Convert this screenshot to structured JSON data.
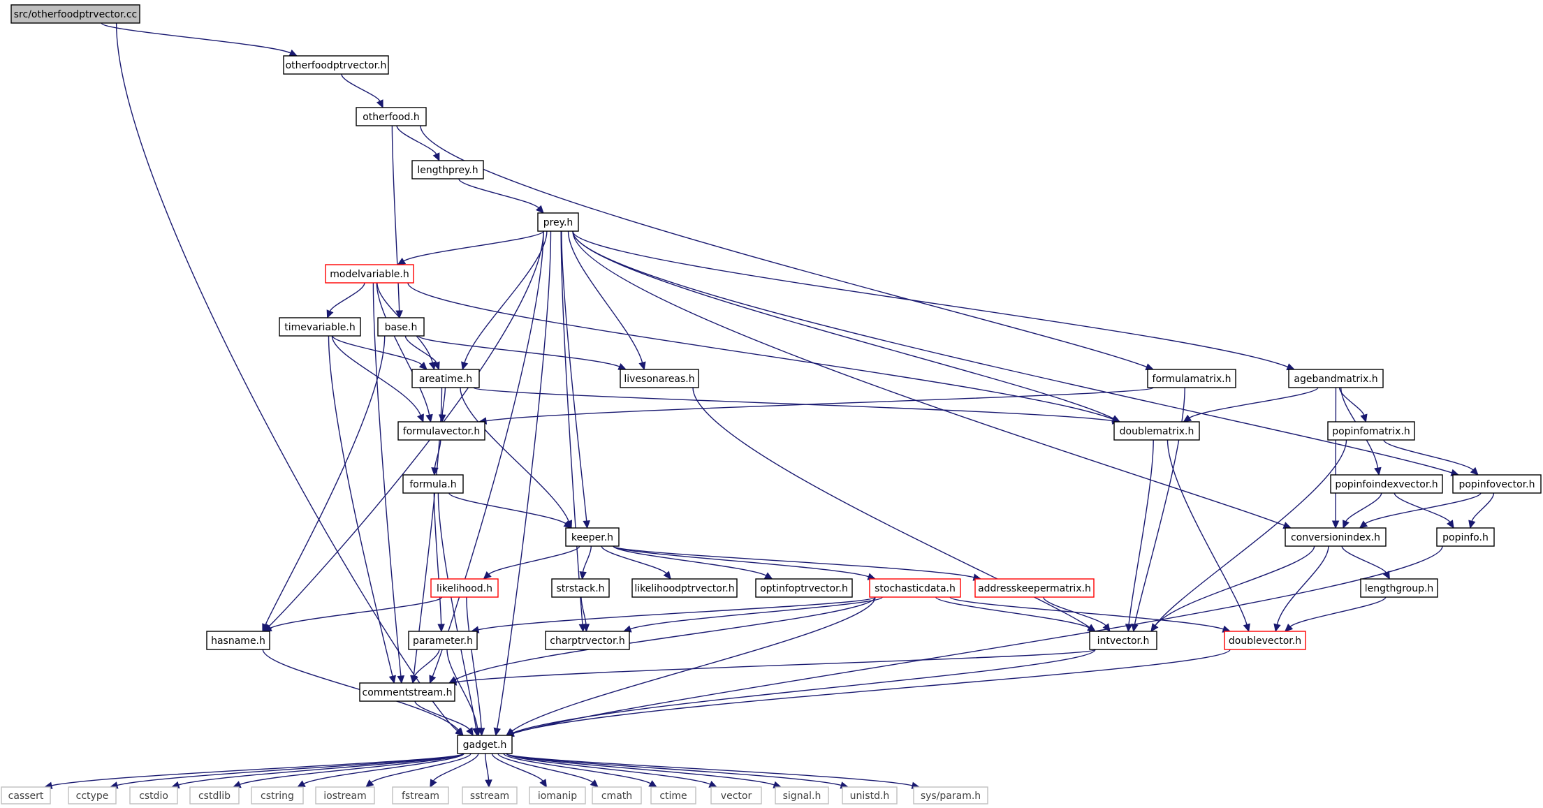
{
  "graph": {
    "nodes": [
      {
        "id": "src_cc",
        "label": "src/otherfoodptrvector.cc",
        "style": "root"
      },
      {
        "id": "otherfoodptrvector_h",
        "label": "otherfoodptrvector.h",
        "style": "normal"
      },
      {
        "id": "otherfood_h",
        "label": "otherfood.h",
        "style": "normal"
      },
      {
        "id": "lengthprey_h",
        "label": "lengthprey.h",
        "style": "normal"
      },
      {
        "id": "prey_h",
        "label": "prey.h",
        "style": "normal"
      },
      {
        "id": "modelvariable_h",
        "label": "modelvariable.h",
        "style": "red"
      },
      {
        "id": "timevariable_h",
        "label": "timevariable.h",
        "style": "normal"
      },
      {
        "id": "base_h",
        "label": "base.h",
        "style": "normal"
      },
      {
        "id": "areatime_h",
        "label": "areatime.h",
        "style": "normal"
      },
      {
        "id": "livesonareas_h",
        "label": "livesonareas.h",
        "style": "normal"
      },
      {
        "id": "formulamatrix_h",
        "label": "formulamatrix.h",
        "style": "normal"
      },
      {
        "id": "agebandmatrix_h",
        "label": "agebandmatrix.h",
        "style": "normal"
      },
      {
        "id": "formulavector_h",
        "label": "formulavector.h",
        "style": "normal"
      },
      {
        "id": "doublematrix_h",
        "label": "doublematrix.h",
        "style": "normal"
      },
      {
        "id": "popinfomatrix_h",
        "label": "popinfomatrix.h",
        "style": "normal"
      },
      {
        "id": "formula_h",
        "label": "formula.h",
        "style": "normal"
      },
      {
        "id": "popinfoindexvector_h",
        "label": "popinfoindexvector.h",
        "style": "normal"
      },
      {
        "id": "popinfovector_h",
        "label": "popinfovector.h",
        "style": "normal"
      },
      {
        "id": "keeper_h",
        "label": "keeper.h",
        "style": "normal"
      },
      {
        "id": "conversionindex_h",
        "label": "conversionindex.h",
        "style": "normal"
      },
      {
        "id": "popinfo_h",
        "label": "popinfo.h",
        "style": "normal"
      },
      {
        "id": "likelihood_h",
        "label": "likelihood.h",
        "style": "red"
      },
      {
        "id": "strstack_h",
        "label": "strstack.h",
        "style": "normal"
      },
      {
        "id": "likelihoodptrvector_h",
        "label": "likelihoodptrvector.h",
        "style": "normal"
      },
      {
        "id": "optinfoptrvector_h",
        "label": "optinfoptrvector.h",
        "style": "normal"
      },
      {
        "id": "stochasticdata_h",
        "label": "stochasticdata.h",
        "style": "red"
      },
      {
        "id": "addresskeepermatrix_h",
        "label": "addresskeepermatrix.h",
        "style": "red"
      },
      {
        "id": "lengthgroup_h",
        "label": "lengthgroup.h",
        "style": "normal"
      },
      {
        "id": "hasname_h",
        "label": "hasname.h",
        "style": "normal"
      },
      {
        "id": "parameter_h",
        "label": "parameter.h",
        "style": "normal"
      },
      {
        "id": "charptrvector_h",
        "label": "charptrvector.h",
        "style": "normal"
      },
      {
        "id": "intvector_h",
        "label": "intvector.h",
        "style": "normal"
      },
      {
        "id": "doublevector_h",
        "label": "doublevector.h",
        "style": "red"
      },
      {
        "id": "commentstream_h",
        "label": "commentstream.h",
        "style": "normal"
      },
      {
        "id": "gadget_h",
        "label": "gadget.h",
        "style": "normal"
      },
      {
        "id": "cassert",
        "label": "cassert",
        "style": "ext"
      },
      {
        "id": "cctype",
        "label": "cctype",
        "style": "ext"
      },
      {
        "id": "cstdio",
        "label": "cstdio",
        "style": "ext"
      },
      {
        "id": "cstdlib",
        "label": "cstdlib",
        "style": "ext"
      },
      {
        "id": "cstring",
        "label": "cstring",
        "style": "ext"
      },
      {
        "id": "iostream",
        "label": "iostream",
        "style": "ext"
      },
      {
        "id": "fstream",
        "label": "fstream",
        "style": "ext"
      },
      {
        "id": "sstream",
        "label": "sstream",
        "style": "ext"
      },
      {
        "id": "iomanip",
        "label": "iomanip",
        "style": "ext"
      },
      {
        "id": "cmath",
        "label": "cmath",
        "style": "ext"
      },
      {
        "id": "ctime",
        "label": "ctime",
        "style": "ext"
      },
      {
        "id": "vector",
        "label": "vector",
        "style": "ext"
      },
      {
        "id": "signal_h",
        "label": "signal.h",
        "style": "ext"
      },
      {
        "id": "unistd_h",
        "label": "unistd.h",
        "style": "ext"
      },
      {
        "id": "sys_param_h",
        "label": "sys/param.h",
        "style": "ext"
      }
    ],
    "edges": [
      [
        "src_cc",
        "otherfoodptrvector_h"
      ],
      [
        "src_cc",
        "gadget_h"
      ],
      [
        "otherfoodptrvector_h",
        "otherfood_h"
      ],
      [
        "otherfood_h",
        "lengthprey_h"
      ],
      [
        "otherfood_h",
        "base_h"
      ],
      [
        "otherfood_h",
        "formulamatrix_h"
      ],
      [
        "lengthprey_h",
        "prey_h"
      ],
      [
        "prey_h",
        "modelvariable_h"
      ],
      [
        "prey_h",
        "areatime_h"
      ],
      [
        "prey_h",
        "livesonareas_h"
      ],
      [
        "prey_h",
        "doublematrix_h"
      ],
      [
        "prey_h",
        "agebandmatrix_h"
      ],
      [
        "prey_h",
        "conversionindex_h"
      ],
      [
        "prey_h",
        "popinfovector_h"
      ],
      [
        "prey_h",
        "keeper_h"
      ],
      [
        "prey_h",
        "charptrvector_h"
      ],
      [
        "prey_h",
        "hasname_h"
      ],
      [
        "prey_h",
        "commentstream_h"
      ],
      [
        "prey_h",
        "gadget_h"
      ],
      [
        "modelvariable_h",
        "timevariable_h"
      ],
      [
        "modelvariable_h",
        "areatime_h"
      ],
      [
        "modelvariable_h",
        "formulavector_h"
      ],
      [
        "modelvariable_h",
        "doublematrix_h"
      ],
      [
        "modelvariable_h",
        "commentstream_h"
      ],
      [
        "timevariable_h",
        "areatime_h"
      ],
      [
        "timevariable_h",
        "formulavector_h"
      ],
      [
        "timevariable_h",
        "commentstream_h"
      ],
      [
        "base_h",
        "areatime_h"
      ],
      [
        "base_h",
        "livesonareas_h"
      ],
      [
        "base_h",
        "hasname_h"
      ],
      [
        "areatime_h",
        "formulavector_h"
      ],
      [
        "areatime_h",
        "doublematrix_h"
      ],
      [
        "areatime_h",
        "keeper_h"
      ],
      [
        "areatime_h",
        "commentstream_h"
      ],
      [
        "livesonareas_h",
        "intvector_h"
      ],
      [
        "formulamatrix_h",
        "formulavector_h"
      ],
      [
        "formulamatrix_h",
        "intvector_h"
      ],
      [
        "agebandmatrix_h",
        "doublematrix_h"
      ],
      [
        "agebandmatrix_h",
        "popinfomatrix_h"
      ],
      [
        "agebandmatrix_h",
        "popinfoindexvector_h"
      ],
      [
        "agebandmatrix_h",
        "conversionindex_h"
      ],
      [
        "formulavector_h",
        "formula_h"
      ],
      [
        "doublematrix_h",
        "intvector_h"
      ],
      [
        "doublematrix_h",
        "doublevector_h"
      ],
      [
        "popinfomatrix_h",
        "popinfovector_h"
      ],
      [
        "popinfomatrix_h",
        "intvector_h"
      ],
      [
        "formula_h",
        "keeper_h"
      ],
      [
        "formula_h",
        "parameter_h"
      ],
      [
        "formula_h",
        "gadget_h"
      ],
      [
        "popinfoindexvector_h",
        "conversionindex_h"
      ],
      [
        "popinfoindexvector_h",
        "popinfo_h"
      ],
      [
        "popinfovector_h",
        "conversionindex_h"
      ],
      [
        "popinfovector_h",
        "popinfo_h"
      ],
      [
        "keeper_h",
        "likelihood_h"
      ],
      [
        "keeper_h",
        "strstack_h"
      ],
      [
        "keeper_h",
        "likelihoodptrvector_h"
      ],
      [
        "keeper_h",
        "optinfoptrvector_h"
      ],
      [
        "keeper_h",
        "stochasticdata_h"
      ],
      [
        "keeper_h",
        "addresskeepermatrix_h"
      ],
      [
        "conversionindex_h",
        "lengthgroup_h"
      ],
      [
        "conversionindex_h",
        "intvector_h"
      ],
      [
        "conversionindex_h",
        "doublevector_h"
      ],
      [
        "popinfo_h",
        "gadget_h"
      ],
      [
        "likelihood_h",
        "hasname_h"
      ],
      [
        "likelihood_h",
        "gadget_h"
      ],
      [
        "strstack_h",
        "charptrvector_h"
      ],
      [
        "stochasticdata_h",
        "parameter_h"
      ],
      [
        "stochasticdata_h",
        "charptrvector_h"
      ],
      [
        "stochasticdata_h",
        "intvector_h"
      ],
      [
        "stochasticdata_h",
        "doublevector_h"
      ],
      [
        "stochasticdata_h",
        "commentstream_h"
      ],
      [
        "stochasticdata_h",
        "gadget_h"
      ],
      [
        "addresskeepermatrix_h",
        "intvector_h"
      ],
      [
        "lengthgroup_h",
        "doublevector_h"
      ],
      [
        "hasname_h",
        "gadget_h"
      ],
      [
        "parameter_h",
        "commentstream_h"
      ],
      [
        "parameter_h",
        "gadget_h"
      ],
      [
        "intvector_h",
        "commentstream_h"
      ],
      [
        "intvector_h",
        "gadget_h"
      ],
      [
        "doublevector_h",
        "gadget_h"
      ],
      [
        "commentstream_h",
        "gadget_h"
      ],
      [
        "gadget_h",
        "cassert"
      ],
      [
        "gadget_h",
        "cctype"
      ],
      [
        "gadget_h",
        "cstdio"
      ],
      [
        "gadget_h",
        "cstdlib"
      ],
      [
        "gadget_h",
        "cstring"
      ],
      [
        "gadget_h",
        "iostream"
      ],
      [
        "gadget_h",
        "fstream"
      ],
      [
        "gadget_h",
        "sstream"
      ],
      [
        "gadget_h",
        "iomanip"
      ],
      [
        "gadget_h",
        "cmath"
      ],
      [
        "gadget_h",
        "ctime"
      ],
      [
        "gadget_h",
        "vector"
      ],
      [
        "gadget_h",
        "signal_h"
      ],
      [
        "gadget_h",
        "unistd_h"
      ],
      [
        "gadget_h",
        "sys_param_h"
      ]
    ],
    "colors": {
      "edge": "#191970",
      "node_border": "#000000",
      "root_fill": "#bfbfbf",
      "red_border": "#ff0000",
      "ext_border": "#bfbfbf",
      "ext_text": "#404040"
    }
  }
}
